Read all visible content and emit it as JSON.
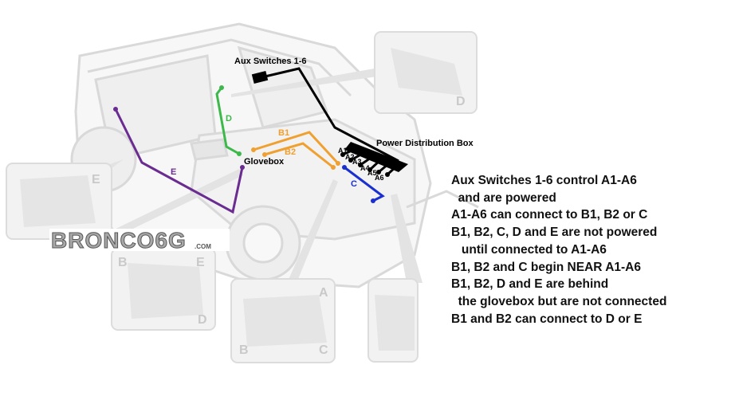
{
  "diagram": {
    "title_label": "Aux Switches 1-6",
    "pdb_label": "Power Distribution Box",
    "glovebox_label": "Glovebox",
    "terminals": [
      "A1",
      "A2",
      "A3",
      "A4",
      "A5",
      "A6"
    ],
    "circuits": {
      "B1": "B1",
      "B2": "B2",
      "C": "C",
      "D": "D",
      "E": "E"
    },
    "colors": {
      "aux_wire": "#000000",
      "B": "#f0a030",
      "C": "#1a2fd0",
      "D": "#3db84a",
      "E": "#6a2c91",
      "ghost": "#d8d8d8"
    }
  },
  "insets": {
    "D": {
      "letters": [
        "D"
      ]
    },
    "E": {
      "letters": [
        "E"
      ]
    },
    "BED": {
      "letters": [
        "B",
        "E",
        "D"
      ]
    },
    "ABC": {
      "letters": [
        "A",
        "B",
        "C"
      ]
    }
  },
  "logo": {
    "text": "BRONCO6G",
    "sub": ".COM"
  },
  "notes": [
    "Aux Switches 1-6 control A1-A6",
    "  and are powered",
    "A1-A6 can connect to B1, B2 or C",
    "B1, B2, C, D and E are not powered",
    "   until connected to A1-A6",
    "B1, B2 and C begin NEAR A1-A6",
    "B1, B2, D and E are behind",
    "  the glovebox but are not connected",
    "B1 and B2 can connect to D or E"
  ]
}
